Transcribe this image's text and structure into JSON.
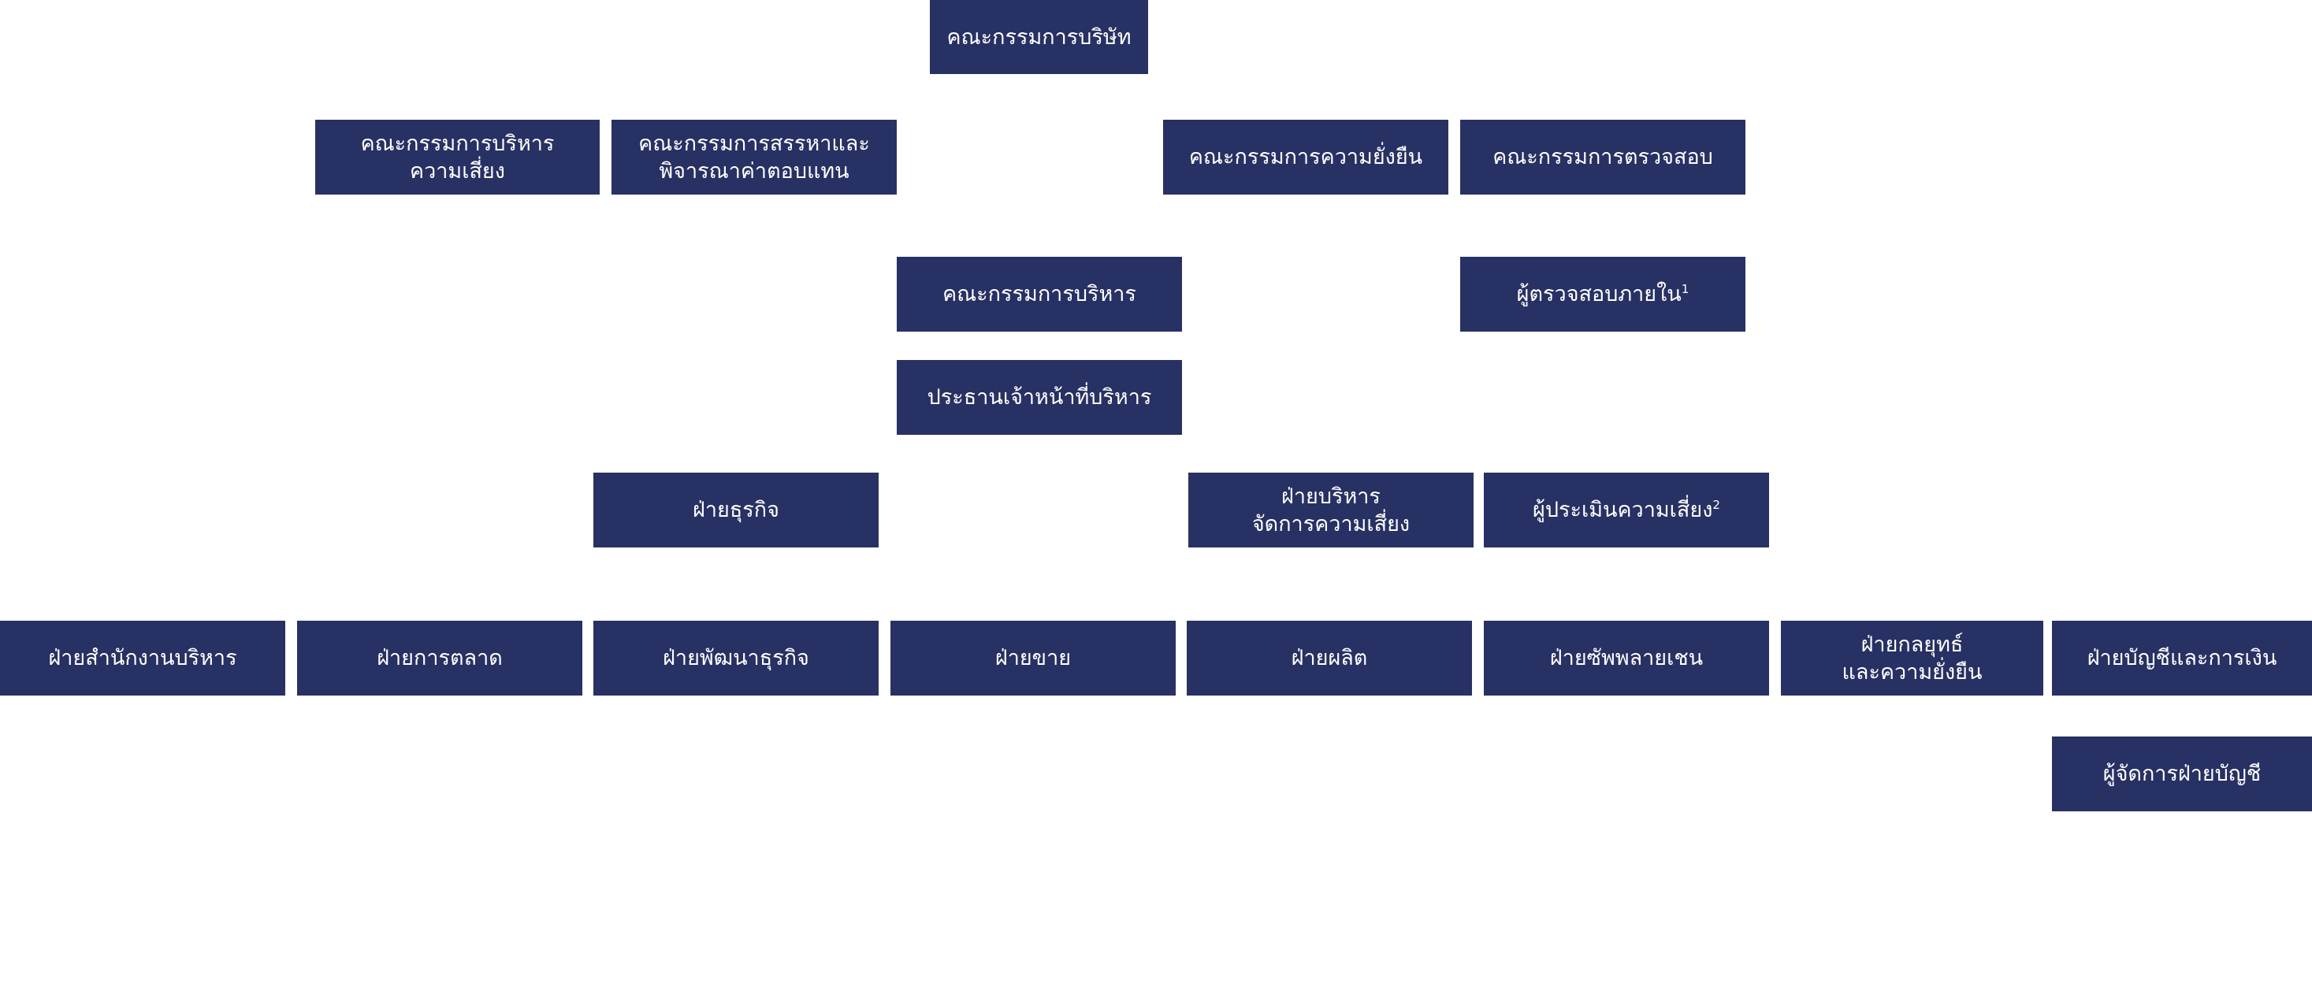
{
  "org_chart": {
    "board": {
      "label": "คณะกรรมการบริษัท"
    },
    "committees": {
      "risk": {
        "line1": "คณะกรรมการบริหาร",
        "line2": "ความเสี่ยง"
      },
      "nomination": {
        "line1": "คณะกรรมการสรรหาและ",
        "line2": "พิจารณาค่าตอบแทน"
      },
      "sustainability": {
        "label": "คณะกรรมการความยั่งยืน"
      },
      "audit": {
        "label": "คณะกรรมการตรวจสอบ"
      }
    },
    "executive_committee": {
      "label": "คณะกรรมการบริหาร"
    },
    "internal_auditor": {
      "label": "ผู้ตรวจสอบภายใน",
      "note": "1"
    },
    "ceo": {
      "label": "ประธานเจ้าหน้าที่บริหาร"
    },
    "business_division": {
      "label": "ฝ่ายธุรกิจ"
    },
    "risk_management": {
      "line1": "ฝ่ายบริหาร",
      "line2": "จัดการความเสี่ยง"
    },
    "risk_assessor": {
      "label": "ผู้ประเมินความเสี่ยง",
      "note": "2"
    },
    "departments": {
      "office": {
        "label": "ฝ่ายสำนักงานบริหาร"
      },
      "marketing": {
        "label": "ฝ่ายการตลาด"
      },
      "bizdev": {
        "label": "ฝ่ายพัฒนาธุรกิจ"
      },
      "sales": {
        "label": "ฝ่ายขาย"
      },
      "production": {
        "label": "ฝ่ายผลิต"
      },
      "supply": {
        "label": "ฝ่ายซัพพลายเชน"
      },
      "strategy": {
        "line1": "ฝ่ายกลยุทธ์",
        "line2": "และความยั่งยืน"
      },
      "accounting": {
        "label": "ฝ่ายบัญชีและการเงิน"
      }
    },
    "accounting_manager": {
      "label": "ผู้จัดการฝ่ายบัญชี"
    }
  },
  "colors": {
    "box_fill": "#283163",
    "box_text": "#ffffff",
    "background": "#ffffff"
  }
}
